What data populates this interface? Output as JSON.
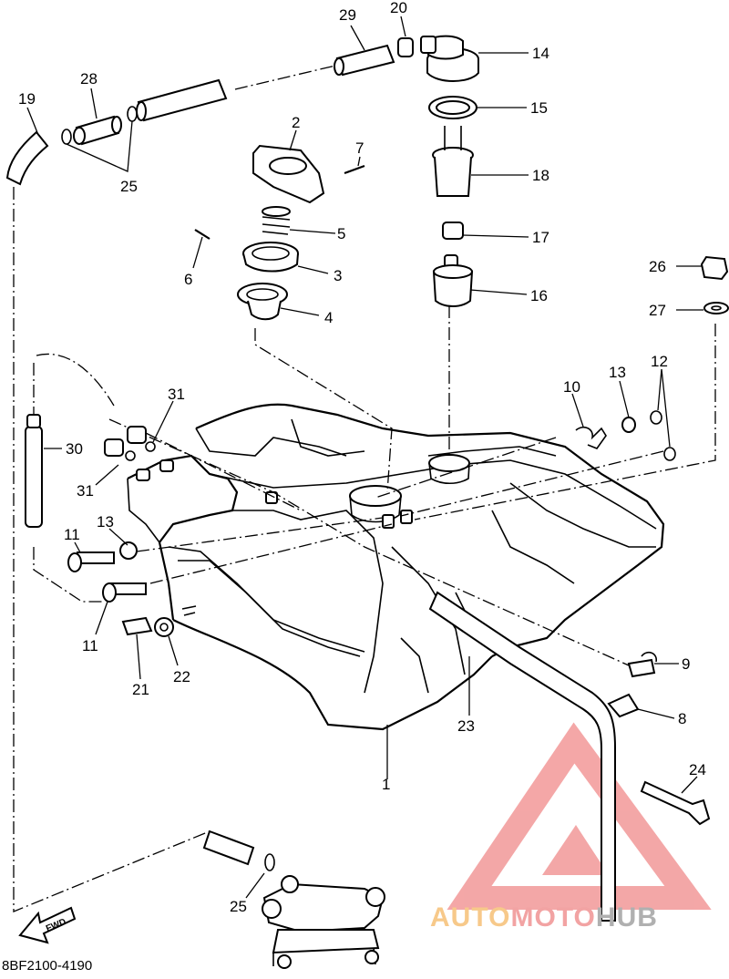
{
  "diagram": {
    "part_numbers": [
      "1",
      "2",
      "3",
      "4",
      "5",
      "6",
      "7",
      "8",
      "9",
      "10",
      "11",
      "12",
      "13",
      "14",
      "15",
      "16",
      "17",
      "18",
      "19",
      "20",
      "21",
      "22",
      "23",
      "24",
      "25",
      "26",
      "27",
      "28",
      "29",
      "30",
      "31"
    ],
    "callouts": [
      {
        "id": "c29",
        "text": "29"
      },
      {
        "id": "c20",
        "text": "20"
      },
      {
        "id": "c14",
        "text": "14"
      },
      {
        "id": "c28",
        "text": "28"
      },
      {
        "id": "c19",
        "text": "19"
      },
      {
        "id": "c25a",
        "text": "25"
      },
      {
        "id": "c2",
        "text": "2"
      },
      {
        "id": "c7",
        "text": "7"
      },
      {
        "id": "c15",
        "text": "15"
      },
      {
        "id": "c18",
        "text": "18"
      },
      {
        "id": "c5",
        "text": "5"
      },
      {
        "id": "c17",
        "text": "17"
      },
      {
        "id": "c6",
        "text": "6"
      },
      {
        "id": "c3",
        "text": "3"
      },
      {
        "id": "c26",
        "text": "26"
      },
      {
        "id": "c16",
        "text": "16"
      },
      {
        "id": "c4",
        "text": "4"
      },
      {
        "id": "c27",
        "text": "27"
      },
      {
        "id": "c31a",
        "text": "31"
      },
      {
        "id": "c10",
        "text": "10"
      },
      {
        "id": "c13a",
        "text": "13"
      },
      {
        "id": "c12",
        "text": "12"
      },
      {
        "id": "c30",
        "text": "30"
      },
      {
        "id": "c31b",
        "text": "31"
      },
      {
        "id": "c13b",
        "text": "13"
      },
      {
        "id": "c11a",
        "text": "11"
      },
      {
        "id": "c11b",
        "text": "11"
      },
      {
        "id": "c21",
        "text": "21"
      },
      {
        "id": "c22",
        "text": "22"
      },
      {
        "id": "c9",
        "text": "9"
      },
      {
        "id": "c8",
        "text": "8"
      },
      {
        "id": "c23",
        "text": "23"
      },
      {
        "id": "c1",
        "text": "1"
      },
      {
        "id": "c24",
        "text": "24"
      },
      {
        "id": "c25b",
        "text": "25"
      }
    ],
    "fwd_label": "FWD",
    "drawing_code": "8BF2100-4190"
  },
  "watermark": {
    "text_part1": "AUTO",
    "text_part2": "MOTO",
    "text_part3": "HUB",
    "colors": {
      "auto": "#f7c98a",
      "moto": "#f2a3a3",
      "hub": "#b8b8b8",
      "triangle": "#f08a8a"
    }
  }
}
